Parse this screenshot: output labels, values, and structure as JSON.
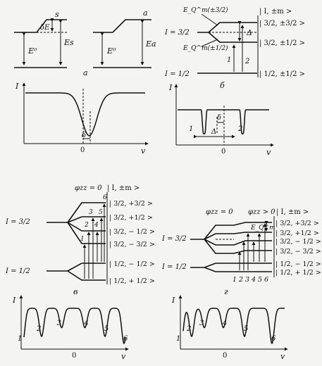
{
  "panel_a": {
    "label": "а",
    "left_level_top": "s",
    "left_shift": "δE",
    "left_E0": "E⁰",
    "left_Es": "Es",
    "right_level_top": "а",
    "right_E0": "E⁰",
    "right_Ea": "Ea"
  },
  "panel_b": {
    "label": "б",
    "state_header": "| I, ±m >",
    "I32": "I = 3/2",
    "I12": "I = 1/2",
    "EQ_top": "E_Q^m(±3/2)",
    "EQ_bottom": "E_Q^m(±1/2)",
    "delta": "Δ",
    "states": [
      "| 3/2, ±3/2 >",
      "| 3/2, ±1/2 >",
      "| 1/2, ±1/2 >"
    ],
    "transitions": [
      "1",
      "2"
    ]
  },
  "panel_v": {
    "label": "в",
    "header_phi": "φzz = 0",
    "state_header": "| I, ±m >",
    "I32": "I = 3/2",
    "I12": "I = 1/2",
    "states": [
      "| 3/2, +3/2 >",
      "| 3/2, +1/2 >",
      "| 3/2, − 1/2 >",
      "| 3/2, − 3/2 >",
      "| 1/2, − 1/2 >",
      "| 1/2, + 1/2 >"
    ],
    "transitions": [
      "1",
      "2",
      "3",
      "4",
      "5",
      "6"
    ]
  },
  "panel_g": {
    "label": "г",
    "phi_zero": "φzz = 0",
    "phi_pos": "φzz > 0",
    "state_header": "| I, ±m >",
    "EQ": "E_Q^m",
    "I32": "I = 3/2",
    "I12": "I = 1/2",
    "states": [
      "| 3/2, +3/2 >",
      "| 3/2, +1/2 >",
      "| 3/2, − 1/2 >",
      "| 3/2, − 3/2 >",
      "| 1/2, − 1/2 >",
      "| 1/2, + 1/2 >"
    ],
    "transitions": [
      "1",
      "2",
      "3",
      "4",
      "5",
      "6"
    ]
  },
  "chart_data": [
    {
      "type": "line",
      "panel": "а",
      "ylabel": "I",
      "xlabel": "v",
      "zero_tick": "0",
      "lines": [
        "δ"
      ],
      "x": [
        -3.0,
        -1.5,
        -0.8,
        -0.4,
        -0.1,
        0.2,
        0.4,
        0.6,
        0.9,
        1.3,
        2.0,
        3.0
      ],
      "y": [
        1.0,
        0.99,
        0.93,
        0.7,
        0.22,
        0.05,
        0.22,
        0.7,
        0.93,
        0.99,
        1.0,
        1.0
      ]
    },
    {
      "type": "line",
      "panel": "б",
      "ylabel": "I",
      "xlabel": "v",
      "zero_tick": "0",
      "peak_labels": [
        "1",
        "2"
      ],
      "splitting_label": "Δ",
      "shift_label": "δ",
      "x": [
        -2.5,
        -1.3,
        -1.15,
        -1.0,
        -0.85,
        -0.7,
        0.0,
        0.7,
        0.85,
        1.0,
        1.15,
        1.3,
        2.5
      ],
      "y": [
        1.0,
        1.0,
        0.7,
        0.1,
        0.7,
        1.0,
        1.0,
        1.0,
        0.7,
        0.1,
        0.7,
        1.0,
        1.0
      ]
    },
    {
      "type": "line",
      "panel": "в",
      "ylabel": "I",
      "xlabel": "v",
      "zero_tick": "0",
      "peak_labels": [
        "1",
        "2",
        "3",
        "4",
        "5",
        "6"
      ],
      "peaks_x": [
        -2.4,
        -1.5,
        -0.55,
        0.55,
        1.5,
        2.4
      ]
    },
    {
      "type": "line",
      "panel": "г",
      "ylabel": "I",
      "xlabel": "v",
      "zero_tick": "0",
      "peak_labels": [
        "1",
        "2",
        "3",
        "4",
        "5",
        "6"
      ],
      "peaks_x": [
        -2.1,
        -1.6,
        -1.0,
        -0.1,
        0.9,
        2.2
      ]
    }
  ]
}
